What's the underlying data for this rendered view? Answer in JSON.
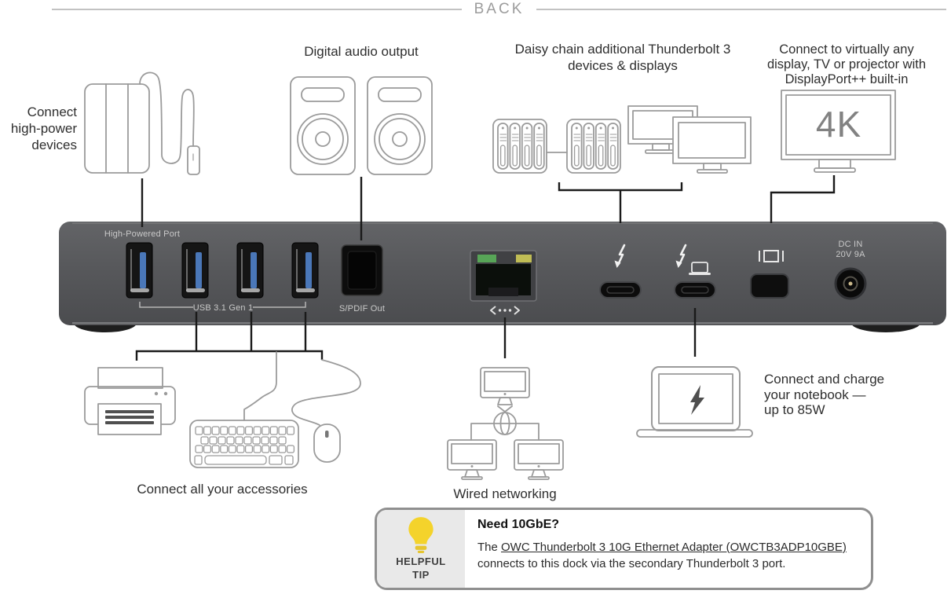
{
  "header": {
    "title": "BACK"
  },
  "callouts": {
    "high_power": "Connect\nhigh-power\ndevices",
    "audio": "Digital audio output",
    "daisy_chain": "Daisy chain additional Thunderbolt 3\ndevices & displays",
    "any_display": "Connect to virtually any\ndisplay, TV or projector with\nDisplayPort++ built-in",
    "badge_4k": "4K",
    "accessories": "Connect all your accessories",
    "networking": "Wired networking",
    "notebook": "Connect and charge\nyour notebook —\nup to 85W"
  },
  "dock_labels": {
    "high_powered_port": "High-Powered Port",
    "usb": "USB 3.1 Gen 1",
    "spdif": "S/PDIF Out",
    "dc_in": "DC IN\n20V 9A"
  },
  "tip": {
    "badge": "HELPFUL\nTIP",
    "title": "Need 10GbE?",
    "body_prefix": "The ",
    "link_text": "OWC Thunderbolt 3 10G Ethernet Adapter (OWCTB3ADP10GBE)",
    "body_suffix": "connects to this dock via the secondary Thunderbolt 3 port."
  },
  "colors": {
    "usb_blue": "#4a77b8",
    "led_green": "#57a557",
    "led_amber": "#c0bd55",
    "bulb_yellow": "#f4d32b",
    "dock_gray": "#55565a"
  }
}
